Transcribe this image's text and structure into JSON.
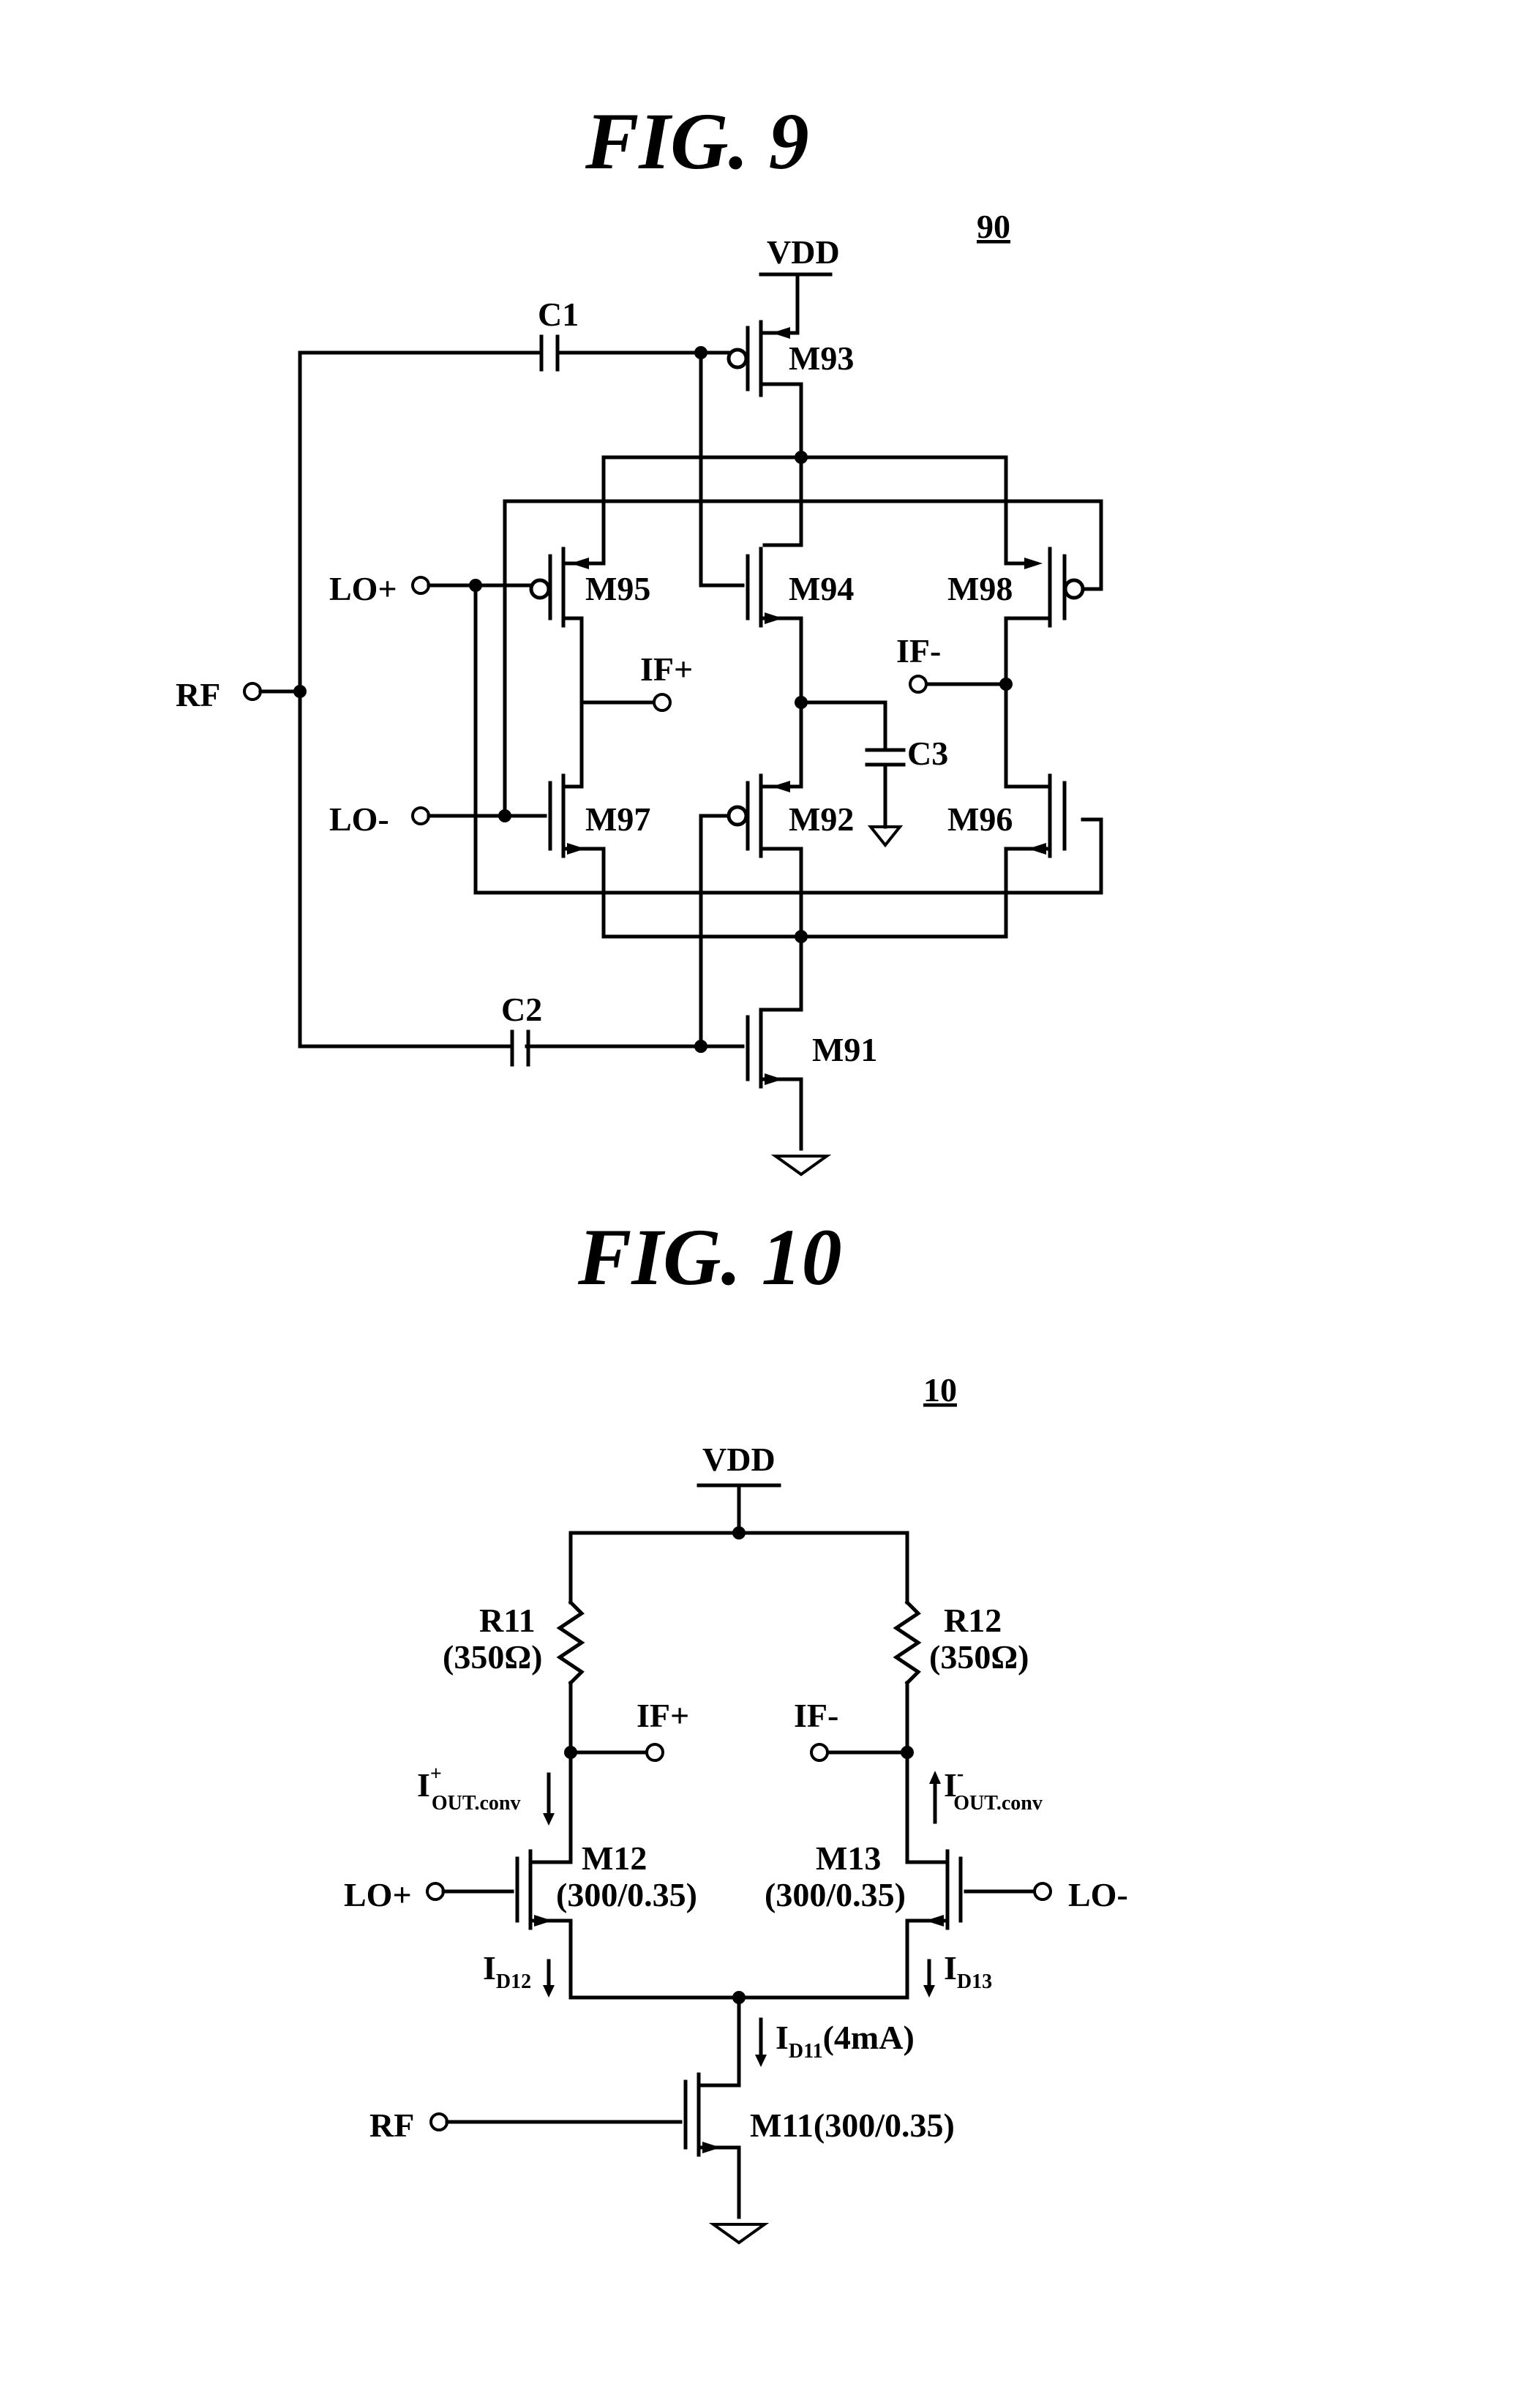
{
  "fig9": {
    "title": "FIG. 9",
    "ref": "90",
    "vdd": "VDD",
    "c1": "C1",
    "c2": "C2",
    "c3": "C3",
    "rf": "RF",
    "lo_plus": "LO+",
    "lo_minus": "LO-",
    "if_plus": "IF+",
    "if_minus": "IF-",
    "m91": "M91",
    "m92": "M92",
    "m93": "M93",
    "m94": "M94",
    "m95": "M95",
    "m96": "M96",
    "m97": "M97",
    "m98": "M98"
  },
  "fig10": {
    "title": "FIG. 10",
    "ref": "10",
    "vdd": "VDD",
    "r11": "R11",
    "r11_value": "(350Ω)",
    "r12": "R12",
    "r12_value": "(350Ω)",
    "if_plus": "IF+",
    "if_minus": "IF-",
    "iout_plus_main": "I",
    "iout_plus_sup": "+",
    "iout_plus_sub": "OUT.conv",
    "iout_minus_main": "I",
    "iout_minus_sup": "-",
    "iout_minus_sub": "OUT.conv",
    "m12": "M12",
    "m12_size": "(300/0.35)",
    "m13": "M13",
    "m13_size": "(300/0.35)",
    "lo_plus": "LO+",
    "lo_minus": "LO-",
    "id12_main": "I",
    "id12_sub": "D12",
    "id13_main": "I",
    "id13_sub": "D13",
    "id11_main": "I",
    "id11_sub": "D11",
    "id11_value": "(4mA)",
    "rf": "RF",
    "m11": "M11(300/0.35)"
  }
}
